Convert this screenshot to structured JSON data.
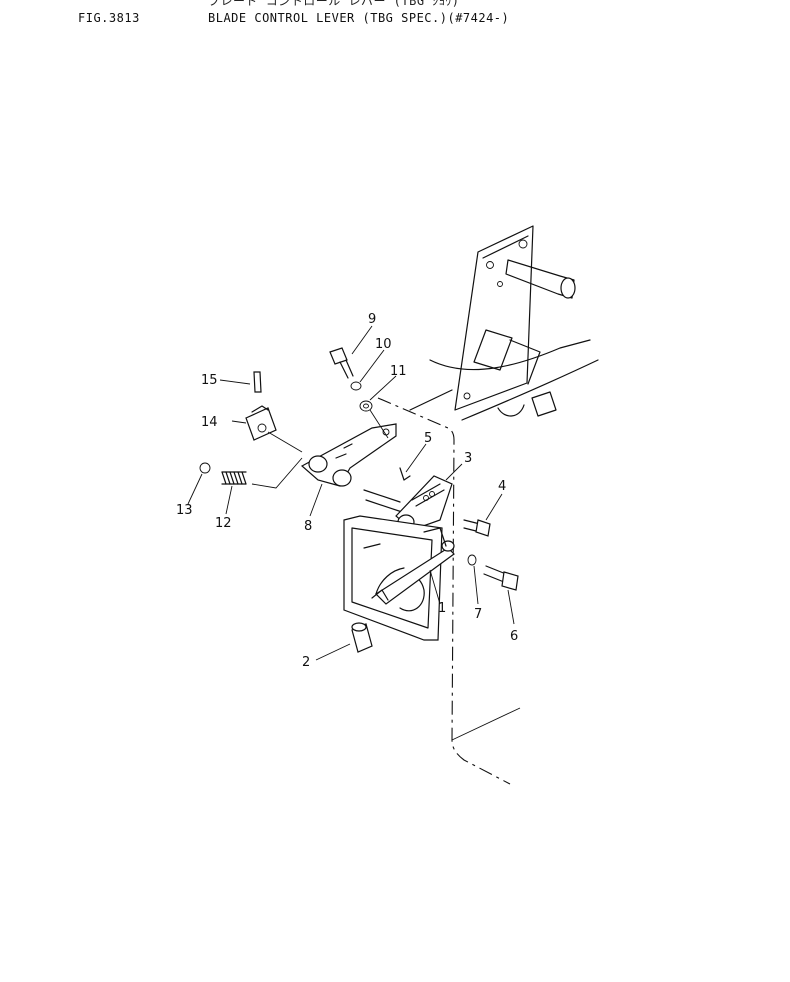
{
  "header": {
    "figure_number": "FIG.3813",
    "title": "BLADE CONTROL LEVER (TBG SPEC.)(#7424-)",
    "japanese_title": "ブレード コントロール レバー (TBG ｼﾖｳ)"
  },
  "callouts": [
    "1",
    "2",
    "3",
    "4",
    "5",
    "6",
    "7",
    "8",
    "9",
    "10",
    "11",
    "12",
    "13",
    "14",
    "15"
  ]
}
